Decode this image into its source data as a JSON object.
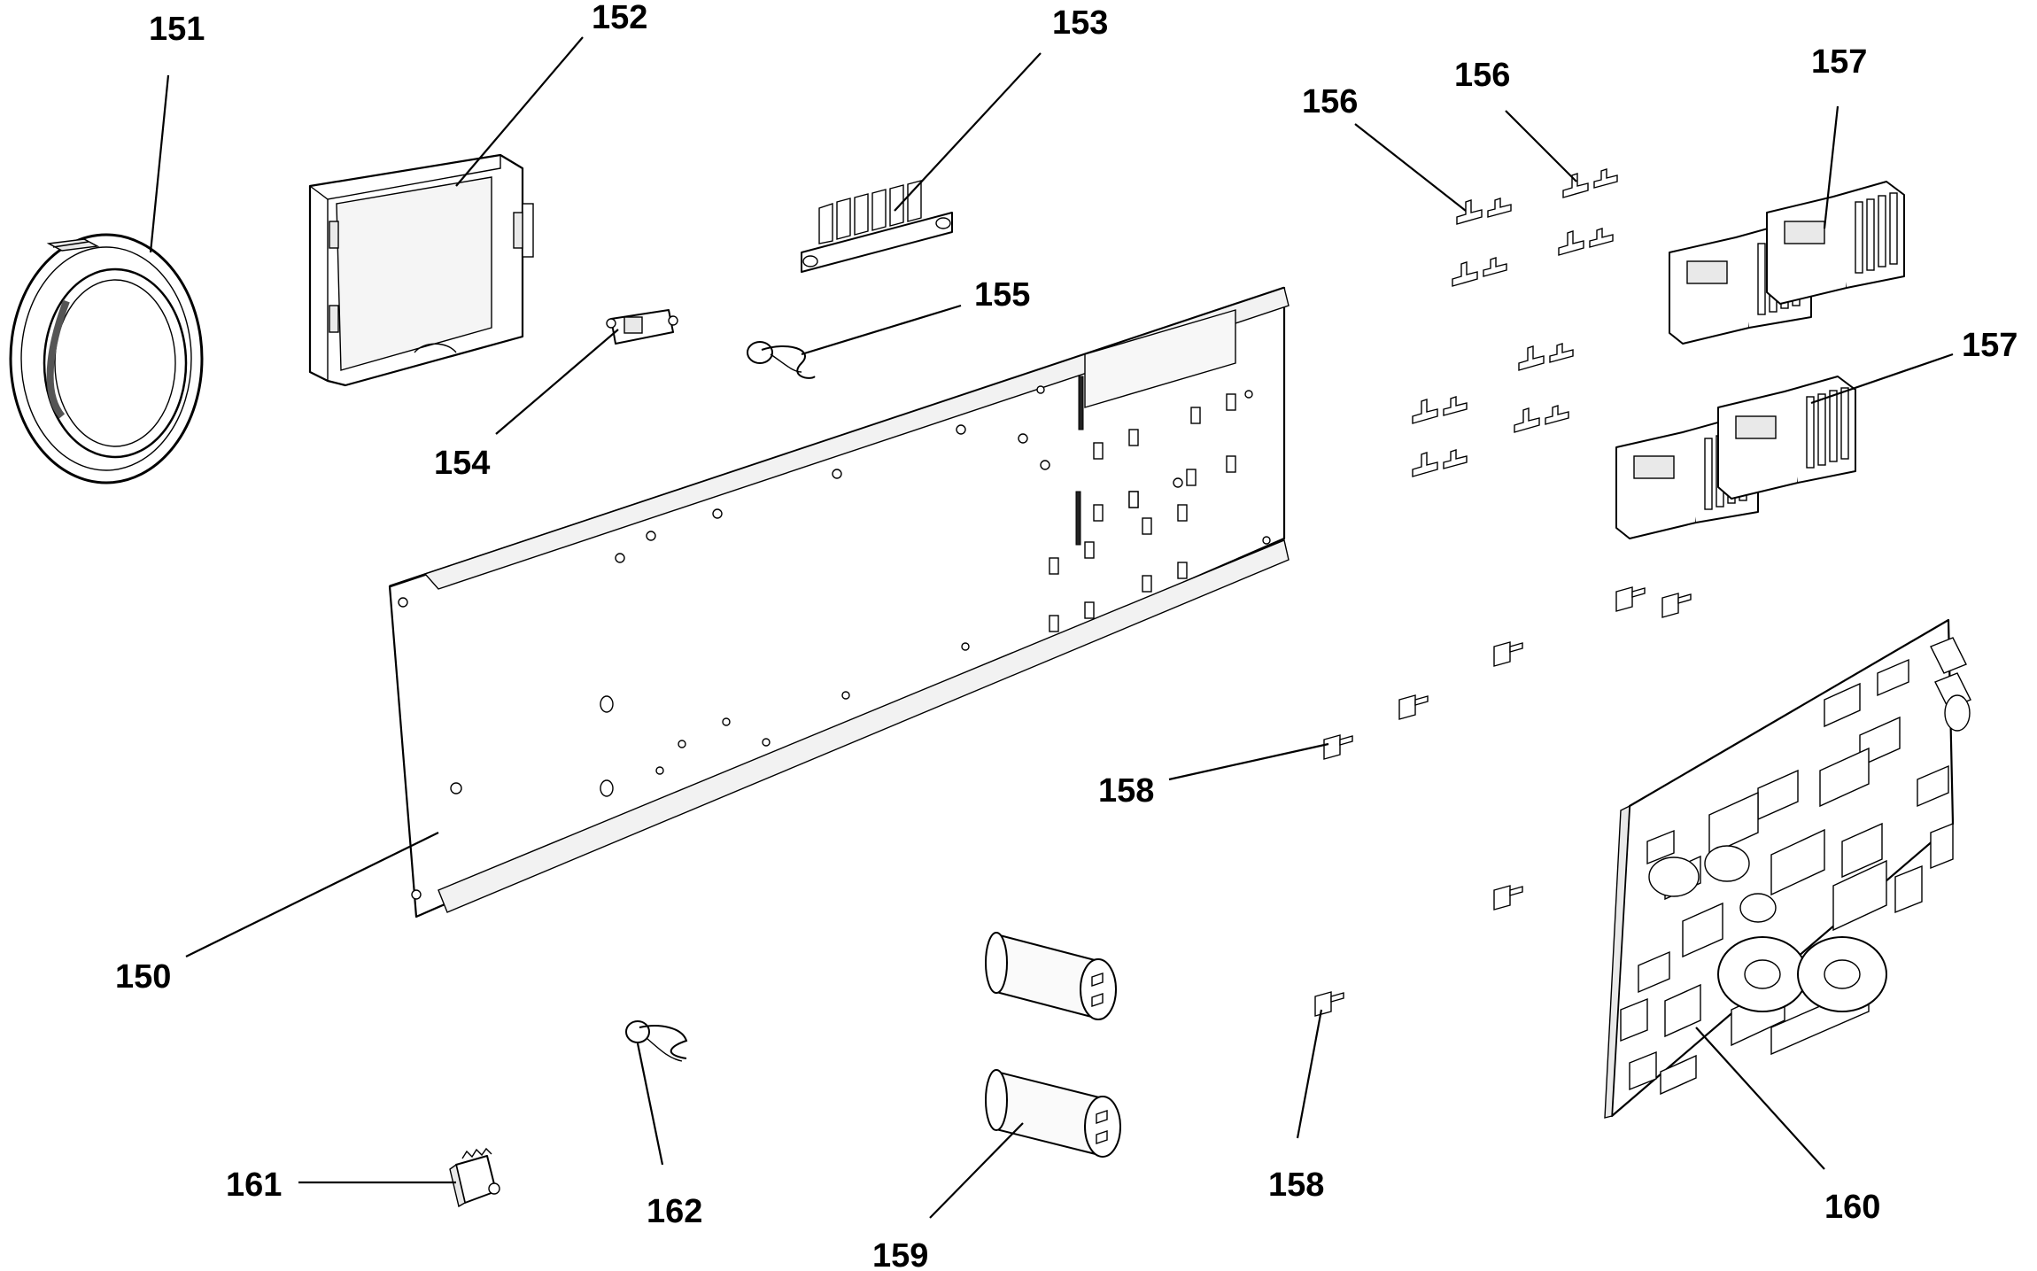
{
  "diagram": {
    "callouts": {
      "c150": "150",
      "c151": "151",
      "c152": "152",
      "c153": "153",
      "c154": "154",
      "c155": "155",
      "c156a": "156",
      "c156b": "156",
      "c157a": "157",
      "c157b": "157",
      "c158a": "158",
      "c158b": "158",
      "c159": "159",
      "c160": "160",
      "c161": "161",
      "c162": "162"
    }
  }
}
